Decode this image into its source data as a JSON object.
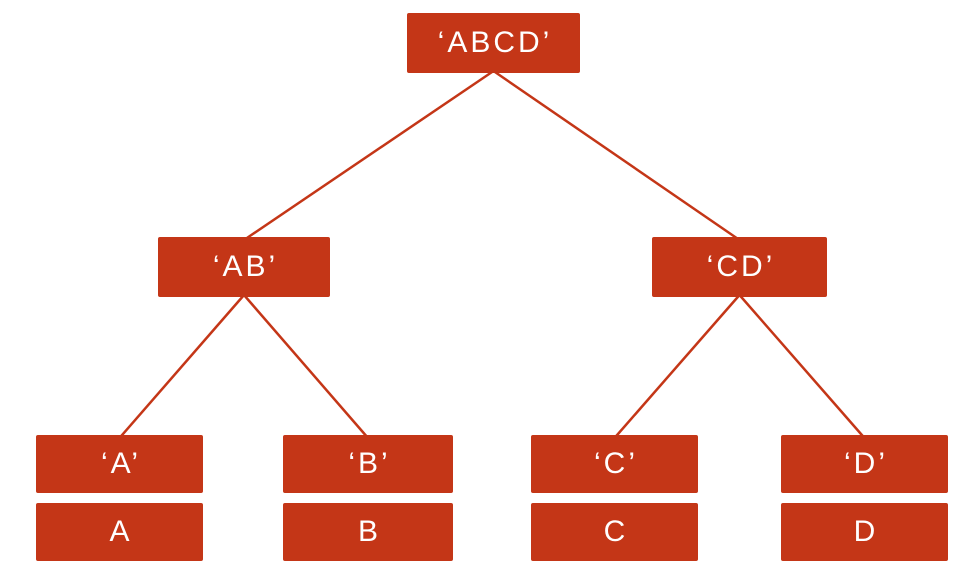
{
  "colors": {
    "accent": "#C43617",
    "text": "#FFFFFF",
    "background": "#FFFFFF"
  },
  "tree": {
    "root": {
      "label": "‘ABCD’",
      "children": [
        {
          "label": "‘AB’",
          "children": [
            {
              "label": "‘A’",
              "value": "A"
            },
            {
              "label": "‘B’",
              "value": "B"
            }
          ]
        },
        {
          "label": "‘CD’",
          "children": [
            {
              "label": "‘C’",
              "value": "C"
            },
            {
              "label": "‘D’",
              "value": "D"
            }
          ]
        }
      ]
    }
  }
}
